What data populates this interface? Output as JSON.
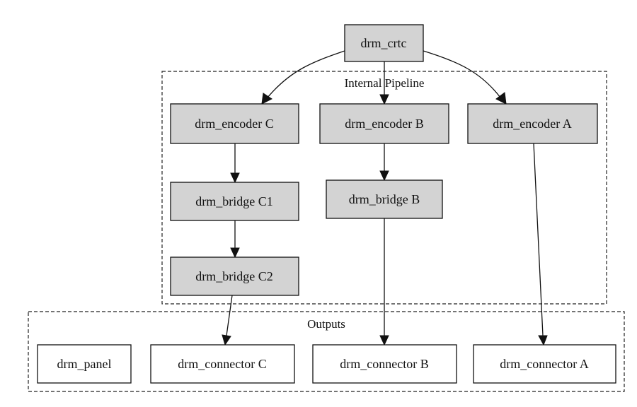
{
  "clusters": {
    "internal_pipeline": "Internal Pipeline",
    "outputs": "Outputs"
  },
  "nodes": {
    "crtc": "drm_crtc",
    "encoder_c": "drm_encoder C",
    "encoder_b": "drm_encoder B",
    "encoder_a": "drm_encoder A",
    "bridge_c1": "drm_bridge C1",
    "bridge_b": "drm_bridge B",
    "bridge_c2": "drm_bridge C2",
    "panel": "drm_panel",
    "connector_c": "drm_connector C",
    "connector_b": "drm_connector B",
    "connector_a": "drm_connector A"
  },
  "edges": [
    {
      "from": "crtc",
      "to": "encoder_c"
    },
    {
      "from": "crtc",
      "to": "encoder_b"
    },
    {
      "from": "crtc",
      "to": "encoder_a"
    },
    {
      "from": "encoder_c",
      "to": "bridge_c1"
    },
    {
      "from": "bridge_c1",
      "to": "bridge_c2"
    },
    {
      "from": "bridge_c2",
      "to": "connector_c"
    },
    {
      "from": "encoder_b",
      "to": "bridge_b"
    },
    {
      "from": "bridge_b",
      "to": "connector_b"
    },
    {
      "from": "encoder_a",
      "to": "connector_a"
    }
  ],
  "colors": {
    "pipeline_node_fill": "#d3d3d3",
    "output_node_fill": "#ffffff",
    "stroke": "#111111"
  }
}
